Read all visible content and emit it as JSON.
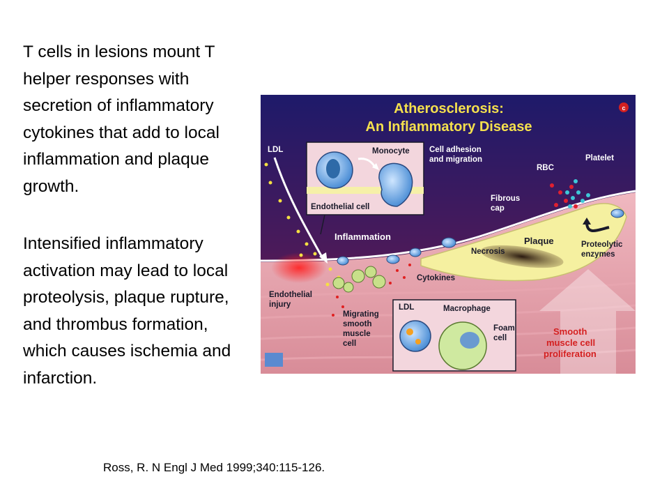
{
  "slide": {
    "paragraph_1": "T cells in lesions mount T helper responses with secretion of inflammatory cytokines that add to local inflammation and plaque growth.",
    "paragraph_2": "Intensified inflammatory activation may lead to local proteolysis, plaque rupture, and thrombus formation, which causes ischemia and infarction.",
    "reference": "Ross, R. N Engl J Med 1999;340:115-126."
  },
  "figure": {
    "title_line_1": "Atherosclerosis:",
    "title_line_2": "An Inflammatory Disease",
    "copyright_mark": "c",
    "labels": {
      "ldl_top": "LDL",
      "monocyte": "Monocyte",
      "cell_adhesion_1": "Cell adhesion",
      "cell_adhesion_2": "and migration",
      "platelet": "Platelet",
      "rbc": "RBC",
      "endothelial_cell": "Endothelial cell",
      "fibrous_1": "Fibrous",
      "fibrous_2": "cap",
      "inflammation": "Inflammation",
      "plaque": "Plaque",
      "necrosis": "Necrosis",
      "proteolytic_1": "Proteolytic",
      "proteolytic_2": "enzymes",
      "cytokines": "Cytokines",
      "endothelial_injury_1": "Endothelial",
      "endothelial_injury_2": "injury",
      "ldl_inset": "LDL",
      "macrophage": "Macrophage",
      "foam_1": "Foam",
      "foam_2": "cell",
      "migrating_1": "Migrating",
      "migrating_2": "smooth",
      "migrating_3": "muscle",
      "migrating_4": "cell",
      "smooth_1": "Smooth",
      "smooth_2": "muscle cell",
      "smooth_3": "proliferation"
    },
    "colors": {
      "title": "#f4e04d",
      "label_white": "#ffffff",
      "label_dark": "#1a1a2a",
      "label_red": "#d42020",
      "plaque_yellow": "#f5f0a0",
      "tissue_pink": "#f2c4c8"
    }
  }
}
